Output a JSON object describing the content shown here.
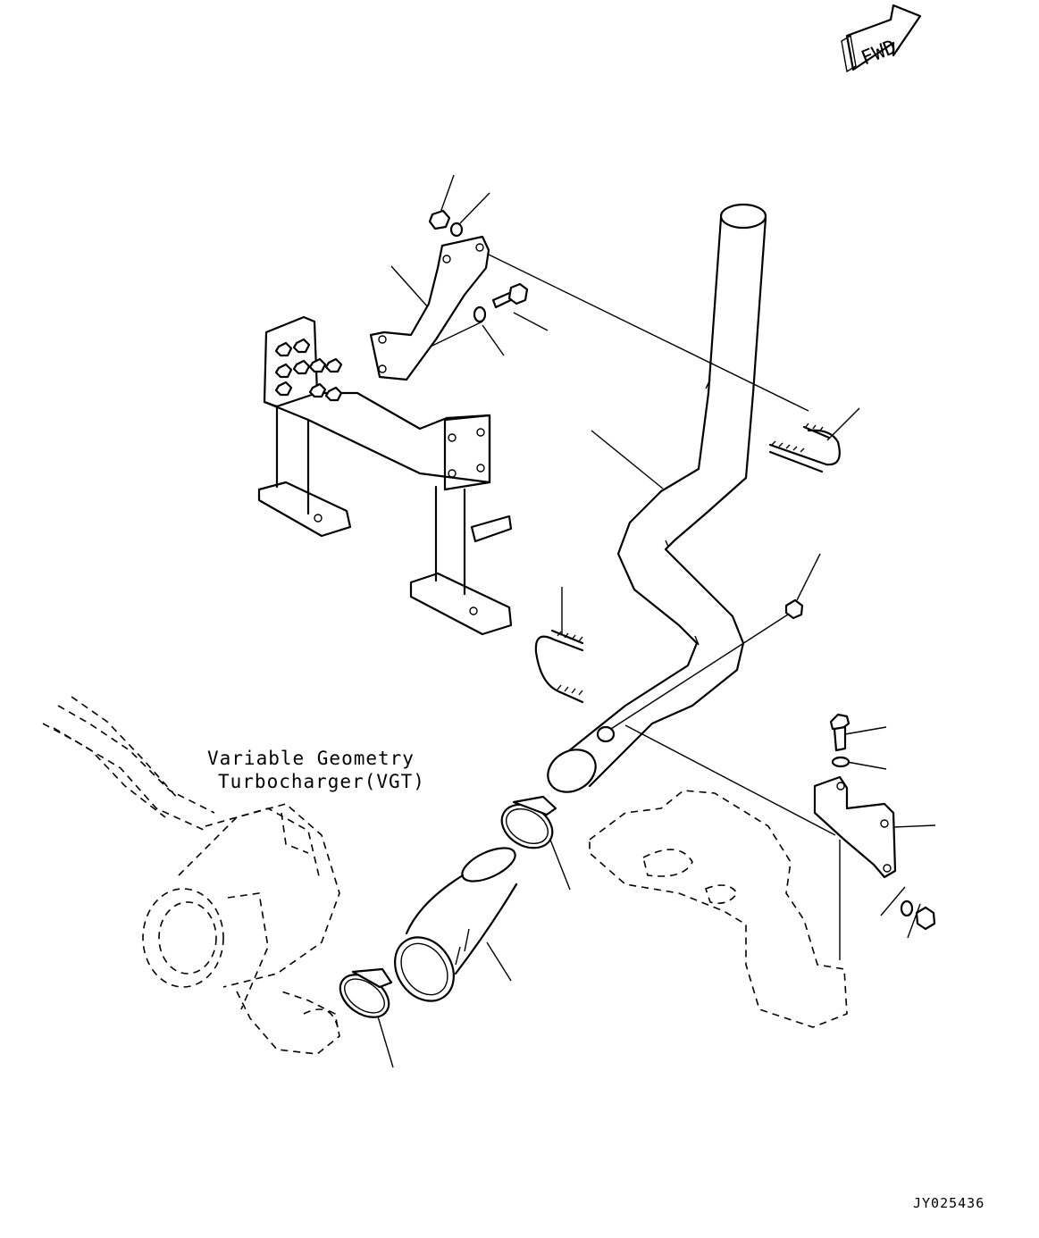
{
  "diagram": {
    "turbo_label_line1": "Variable Geometry",
    "turbo_label_line2": "Turbocharger(VGT)",
    "fwd_marker": "FWD",
    "drawing_code": "JY025436"
  }
}
